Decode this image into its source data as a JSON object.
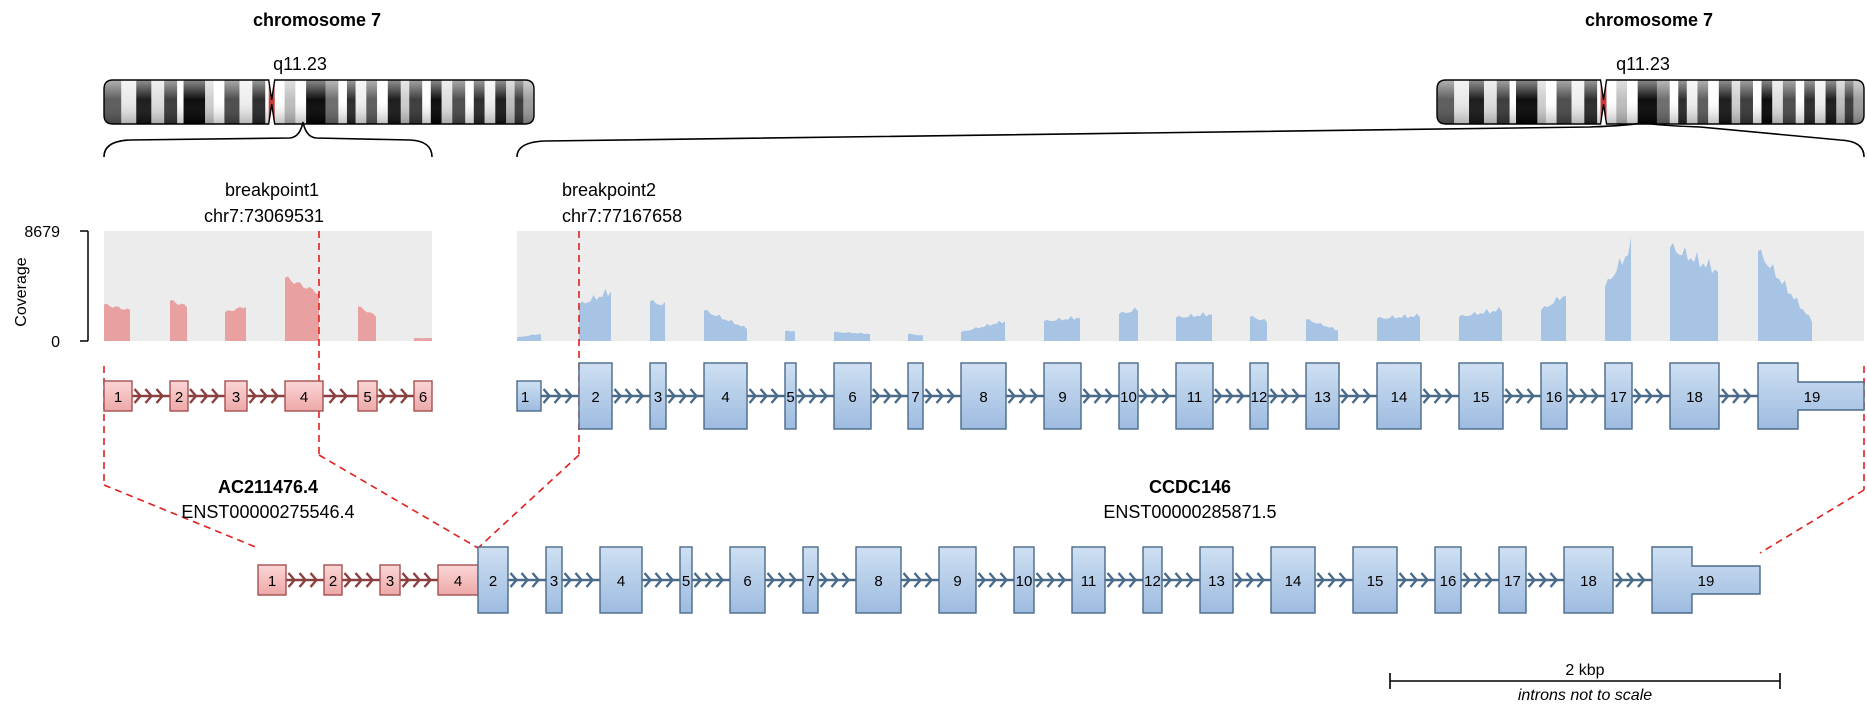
{
  "left_panel": {
    "chromosome_title": "chromosome 7",
    "band": "q11.23",
    "breakpoint_label": "breakpoint1",
    "breakpoint_coord": "chr7:73069531",
    "exons": [
      "1",
      "2",
      "3",
      "4",
      "5",
      "6"
    ]
  },
  "right_panel": {
    "chromosome_title": "chromosome 7",
    "band": "q11.23",
    "breakpoint_label": "breakpoint2",
    "breakpoint_coord": "chr7:77167658",
    "exons": [
      "1",
      "2",
      "3",
      "4",
      "5",
      "6",
      "7",
      "8",
      "9",
      "10",
      "11",
      "12",
      "13",
      "14",
      "15",
      "16",
      "17",
      "18",
      "19"
    ]
  },
  "coverage": {
    "axis_label": "Coverage",
    "max_tick": "8679",
    "min_tick": "0"
  },
  "fusion": {
    "gene1_name": "AC211476.4",
    "gene1_transcript": "ENST00000275546.4",
    "gene2_name": "CCDC146",
    "gene2_transcript": "ENST00000285871.5",
    "gene1_exons": [
      "1",
      "2",
      "3",
      "4"
    ],
    "gene2_exons": [
      "2",
      "3",
      "4",
      "5",
      "6",
      "7",
      "8",
      "9",
      "10",
      "11",
      "12",
      "13",
      "14",
      "15",
      "16",
      "17",
      "18",
      "19"
    ]
  },
  "scale_bar": {
    "label": "2 kbp",
    "note": "introns not to scale"
  },
  "colors": {
    "gene1_fill": "#f4b8b8",
    "gene1_stroke": "#a55050",
    "gene1_arrow": "#8b4040",
    "gene2_fill": "#b3cde8",
    "gene2_stroke": "#4a6a8a",
    "gene2_arrow": "#4a6a8a",
    "coverage_bg": "#ececec",
    "coverage1": "#e8a0a0",
    "coverage2": "#a8c4e4",
    "breakpoint": "#e02020"
  }
}
